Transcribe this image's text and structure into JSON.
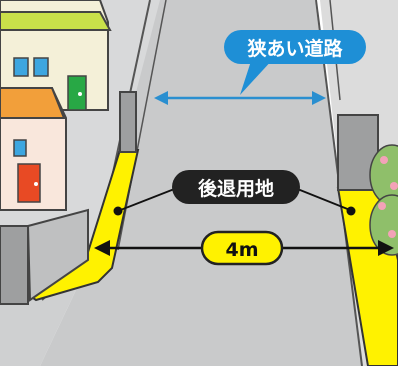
{
  "labels": {
    "narrow_road": "狭あい道路",
    "setback_land": "後退用地",
    "width": "4m"
  },
  "colors": {
    "road": "#c9cacb",
    "setback": "#fff200",
    "callout_blue": "#1e8fd6",
    "arrow_blue": "#2a8fd0",
    "label_dark": "#222222",
    "width_fill": "#fff200"
  }
}
